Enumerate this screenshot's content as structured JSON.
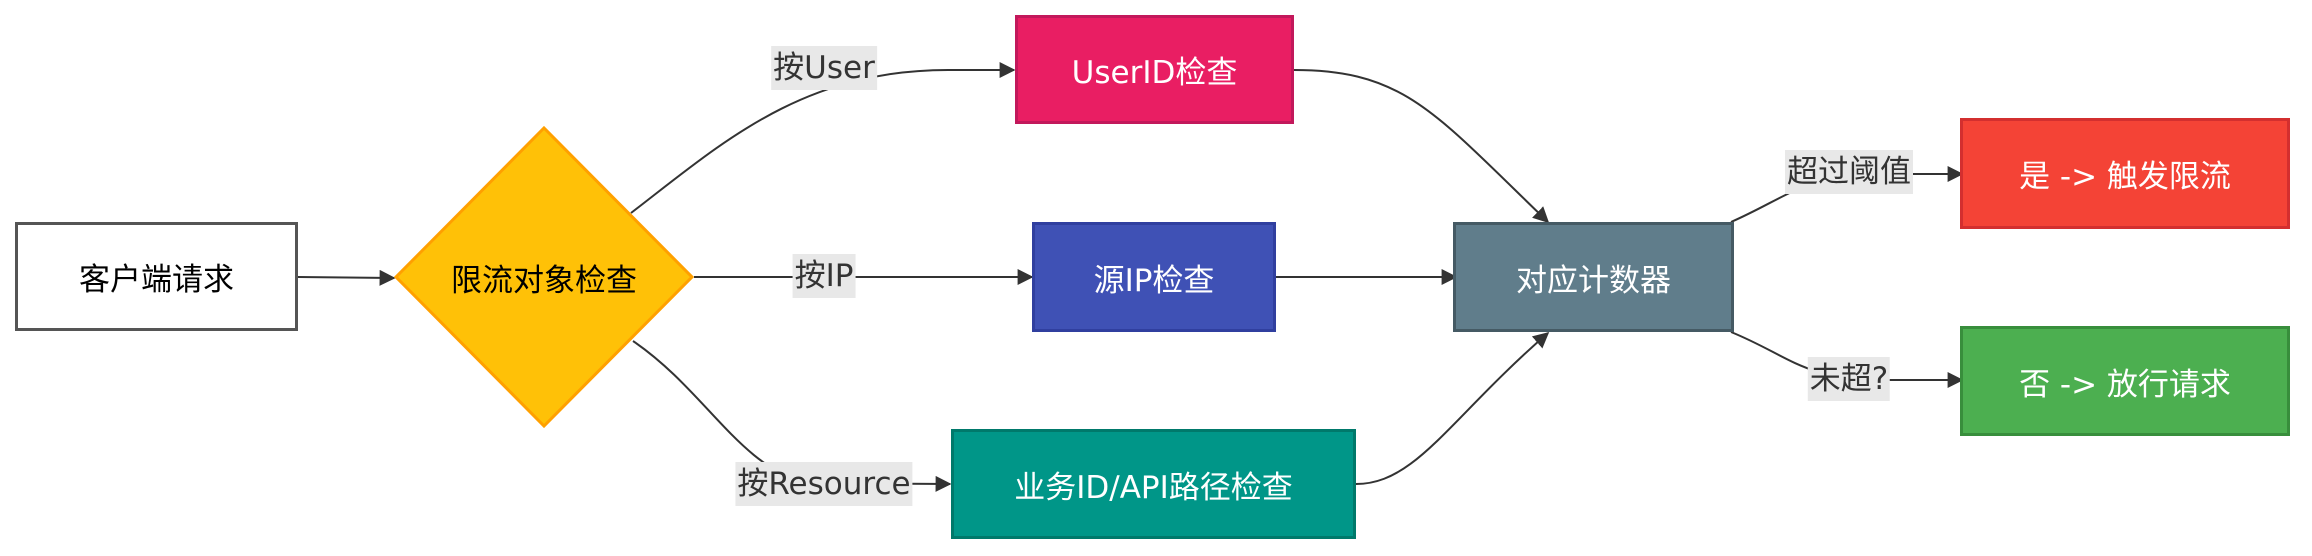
{
  "nodes": {
    "client": {
      "label": "客户端请求",
      "fill": "#ffffff",
      "stroke": "#555555",
      "text": "#000000"
    },
    "decision": {
      "label": "限流对象检查",
      "fill": "#ffc107",
      "stroke": "#ffa000",
      "text": "#000000"
    },
    "user": {
      "label": "UserID检查",
      "fill": "#e91e63",
      "stroke": "#c2185b",
      "text": "#ffffff"
    },
    "ip": {
      "label": "源IP检查",
      "fill": "#3f51b5",
      "stroke": "#303f9f",
      "text": "#ffffff"
    },
    "resource": {
      "label": "业务ID/API路径检查",
      "fill": "#009688",
      "stroke": "#00796b",
      "text": "#ffffff"
    },
    "counter": {
      "label": "对应计数器",
      "fill": "#607d8b",
      "stroke": "#455a64",
      "text": "#ffffff"
    },
    "limit": {
      "label": "是 -> 触发限流",
      "fill": "#f44336",
      "stroke": "#d32f2f",
      "text": "#ffffff"
    },
    "allow": {
      "label": "否 -> 放行请求",
      "fill": "#4caf50",
      "stroke": "#388e3c",
      "text": "#ffffff"
    }
  },
  "edge_labels": {
    "by_user": "按User",
    "by_ip": "按IP",
    "by_resource": "按Resource",
    "over_threshold": "超过阈值",
    "not_over": "未超?"
  },
  "edge_color": "#333333"
}
